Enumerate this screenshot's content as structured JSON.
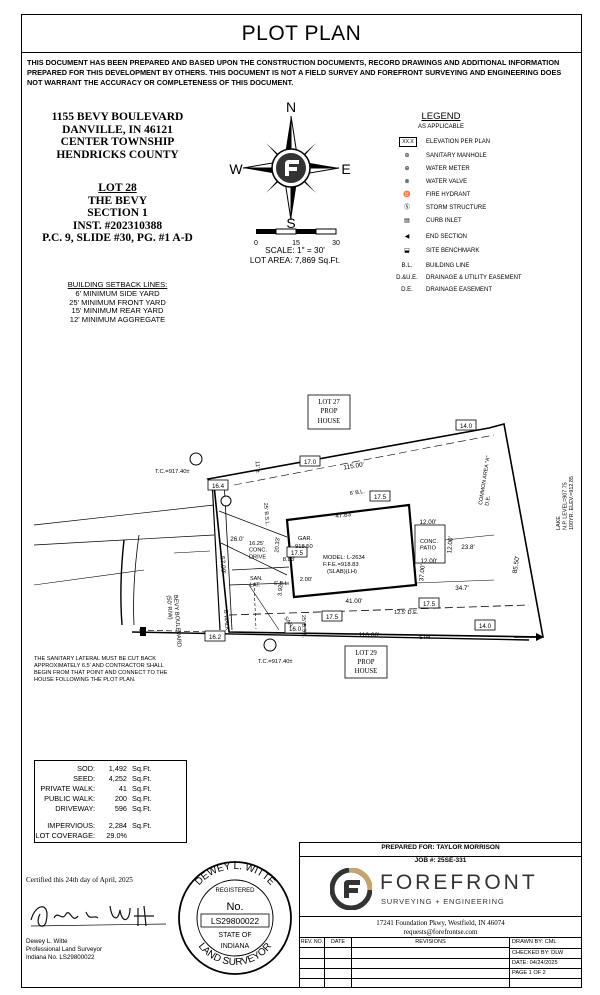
{
  "title": "PLOT PLAN",
  "disclaimer": "THIS DOCUMENT HAS BEEN PREPARED AND BASED UPON THE CONSTRUCTION DOCUMENTS, RECORD DRAWINGS AND ADDITIONAL INFORMATION PREPARED FOR THIS DEVELOPMENT BY OTHERS. THIS DOCUMENT IS NOT A FIELD SURVEY AND FOREFRONT SURVEYING AND ENGINEERING DOES NOT WARRANT THE ACCURACY OR COMPLETENESS OF THIS DOCUMENT.",
  "address": {
    "street": "1155 BEVY BOULEVARD",
    "city": "DANVILLE, IN 46121",
    "township": "CENTER TOWNSHIP",
    "county": "HENDRICKS COUNTY"
  },
  "lot": {
    "lot": "LOT 28",
    "subdivision": "THE BEVY",
    "section": "SECTION 1",
    "inst": "INST. #202310388",
    "pc": "P.C. 9, SLIDE #30, PG. #1 A-D"
  },
  "setbacks": {
    "heading": "BUILDING SETBACK LINES:",
    "items": [
      "6' MINIMUM SIDE YARD",
      "25' MINIMUM FRONT YARD",
      "15' MINIMUM REAR YARD",
      "12' MINIMUM AGGREGATE"
    ]
  },
  "compass": {
    "n": "N",
    "s": "S",
    "e": "E",
    "w": "W"
  },
  "scale": {
    "ticks": [
      "0",
      "15",
      "30"
    ],
    "label": "SCALE:  1\" = 30'",
    "lot_area": "LOT AREA: 7,869 Sq.Ft."
  },
  "legend": {
    "title": "LEGEND",
    "subtitle": "AS APPLICABLE",
    "items": [
      {
        "symbol": "XX.X",
        "label": "ELEVATION PER PLAN",
        "icon": "elevation-box-icon"
      },
      {
        "symbol": "⊛",
        "label": "SANITARY MANHOLE",
        "icon": "sanitary-manhole-icon"
      },
      {
        "symbol": "⊕",
        "label": "WATER METER",
        "icon": "water-meter-icon"
      },
      {
        "symbol": "⊗",
        "label": "WATER VALVE",
        "icon": "water-valve-icon"
      },
      {
        "symbol": "♉",
        "label": "FIRE HYDRANT",
        "icon": "fire-hydrant-icon"
      },
      {
        "symbol": "Ⓢ",
        "label": "STORM STRUCTURE",
        "icon": "storm-structure-icon"
      },
      {
        "symbol": "▤",
        "label": "CURB INLET",
        "icon": "curb-inlet-icon"
      },
      {
        "symbol": "◀",
        "label": "END SECTION",
        "icon": "end-section-icon"
      },
      {
        "symbol": "⬓",
        "label": "SITE BENCHMARK",
        "icon": "site-benchmark-icon"
      },
      {
        "symbol": "B.L.",
        "label": "BUILDING LINE",
        "icon": ""
      },
      {
        "symbol": "D.&U.E.",
        "label": "DRAINAGE & UTILITY EASEMENT",
        "icon": ""
      },
      {
        "symbol": "D.E.",
        "label": "DRAINAGE EASEMENT",
        "icon": ""
      }
    ]
  },
  "plan": {
    "lot27": [
      "LOT 27",
      "PROP",
      "HOUSE"
    ],
    "lot29": [
      "LOT 29",
      "PROP",
      "HOUSE"
    ],
    "tc_top": "T.C.=917.40±",
    "tc_bottom": "T.C.=917.40±",
    "elev": {
      "e17_0": "17.0",
      "e14_0_top": "14.0",
      "e16_4": "16.4",
      "e17_5_a": "17.5",
      "e17_5_b": "17.5",
      "e17_5_c": "17.5",
      "e17_5_d": "17.5",
      "e16_2": "16.2",
      "e16_0": "16.0",
      "e14_0_bottom": "14.0"
    },
    "dims": {
      "top": "115.00'",
      "bottom": "110.00'",
      "right": "85.50'",
      "left": "57.00'",
      "hw": "11' ±",
      "house_top": "47.83'",
      "house_bottom": "41.00'",
      "house_right": "37.00'",
      "patio_w": "12.00'",
      "patio_h": "12.00'",
      "patio_d": "12.00'",
      "d23_8": "23.8'",
      "d34_7": "34.7'",
      "drive_w": "26.0'",
      "left_side": "20.33'",
      "walk": "8.83'",
      "r2": "2.00'",
      "r3": "3.92'"
    },
    "labels": {
      "gar": "GAR.",
      "gar_elev": "918.50",
      "model": "MODEL: L-2634",
      "ffe": "F.F.E.=918.83",
      "slab": "(SLAB)(LH)",
      "drive": "16.25'\nCONC.\nDRIVE",
      "patio": "CONC.\nPATIO",
      "common": "COMMON AREA \"A\"\nD.E.",
      "lake": "LAKE\nN.P. LEVEL=907.75\n100YR. ELEV.=912.85",
      "road": "BEVY BOULEVARD\n(50' R/W)",
      "b_walk": "B WALK",
      "de": "12.5' D.E.",
      "bl_top": "25' B.S.L.",
      "bl_front": "25' B.S.L.",
      "san_lat": "SAN.\nLAT.",
      "stm": "STM",
      "san": "SAN",
      "side_bl": "6' B.L.",
      "side_bl2": "6' B.L."
    }
  },
  "note": "THE SANITARY LATERAL MUST BE CUT BACK APPROXIMATELY 6.5' AND CONTRACTOR SHALL BEGIN FROM THAT POINT AND CONNECT TO THE HOUSE FOLLOWING THE PLOT PLAN.",
  "areas": [
    {
      "label": "SOD:",
      "value": "1,492",
      "unit": "Sq.Ft."
    },
    {
      "label": "SEED:",
      "value": "4,252",
      "unit": "Sq.Ft."
    },
    {
      "label": "PRIVATE WALK:",
      "value": "41",
      "unit": "Sq.Ft."
    },
    {
      "label": "PUBLIC WALK:",
      "value": "200",
      "unit": "Sq.Ft."
    },
    {
      "label": "DRIVEWAY:",
      "value": "596",
      "unit": "Sq.Ft."
    },
    {
      "label": "IMPERVIOUS:",
      "value": "2,284",
      "unit": "Sq.Ft."
    },
    {
      "label": "LOT COVERAGE:",
      "value": "29.0%",
      "unit": ""
    }
  ],
  "certified": "Certified this 24th day of April, 2025",
  "signature": "Dewey L. Witte",
  "signer": [
    "Dewey L. Witte",
    "Professional Land Surveyor",
    "Indiana No. LS29800022"
  ],
  "seal": {
    "name": "DEWEY L. WITTE",
    "registered": "REGISTERED",
    "no": "No.",
    "number": "LS29800022",
    "state": "STATE OF",
    "indiana": "INDIANA",
    "land": "LAND SURVEYOR"
  },
  "titleblock": {
    "prepared_for": "PREPARED FOR: TAYLOR MORRISON",
    "job": "JOB #: 25SE-331",
    "company": "FOREFRONT",
    "tagline": "SURVEYING + ENGINEERING",
    "address": "17241 Foundation Pkwy, Westfield, IN 46074",
    "email": "requests@forefrontse.com",
    "headers": [
      "REV. NO.",
      "DATE",
      "REVISIONS"
    ],
    "drawn": "DRAWN BY: CML",
    "checked": "CHECKED BY: DLW",
    "date": "DATE: 04/24/2025",
    "page": "PAGE 1 OF 2"
  }
}
